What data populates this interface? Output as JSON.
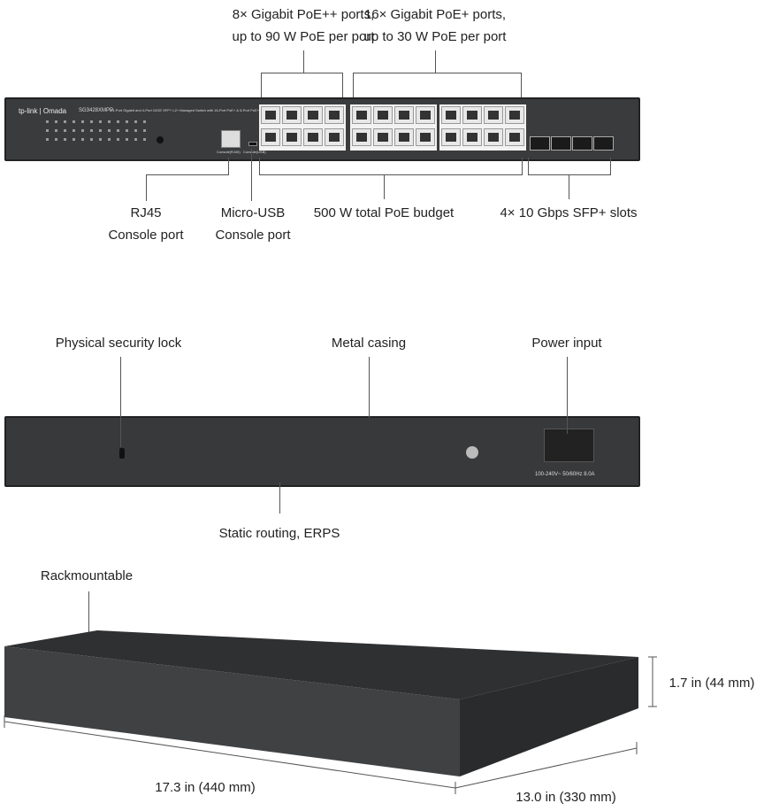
{
  "front": {
    "brand": "tp-link | Omada",
    "model": "SG3428XMPP",
    "description": "24-Port Gigabit and 4-Port 10GE SFP+ L2+ Managed Switch with 16-Port PoE+ & 8-Port PoE++",
    "console_rj45_label": "Console(RJ45)",
    "console_usb_label": "Console(USB)"
  },
  "callouts": {
    "poe_plus_plus": [
      "8× Gigabit PoE++ ports,",
      "up to 90 W PoE per port"
    ],
    "poe_plus": [
      "16× Gigabit PoE+ ports,",
      "up to 30 W PoE per port"
    ],
    "rj45": [
      "RJ45",
      "Console port"
    ],
    "micro_usb": [
      "Micro-USB",
      "Console port"
    ],
    "poe_budget": "500 W total PoE budget",
    "sfp": "4× 10 Gbps SFP+ slots",
    "security_lock": "Physical security lock",
    "metal_casing": "Metal casing",
    "power_input": "Power input",
    "routing": "Static routing, ERPS",
    "rackmount": "Rackmountable"
  },
  "rear": {
    "power_rating": "100-240V~ 50/60Hz 8.0A"
  },
  "dimensions": {
    "height": "1.7 in (44 mm)",
    "width": "17.3 in (440 mm)",
    "depth": "13.0 in (330 mm)"
  }
}
